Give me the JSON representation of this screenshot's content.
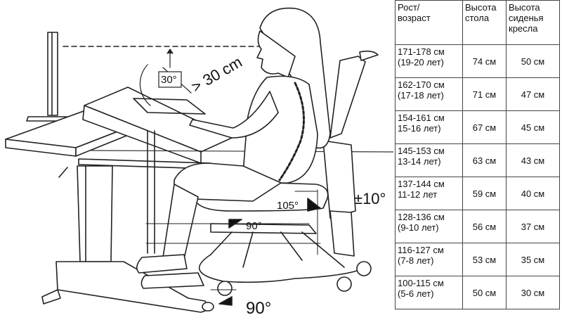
{
  "table": {
    "headers": [
      "Рост/\nвозраст",
      "Высота\nстола",
      "Высота\nсиденья\nкресла"
    ],
    "rows": [
      {
        "range": "171-178 см",
        "age": "(19-20 лет)",
        "desk": "74 см",
        "seat": "50 см"
      },
      {
        "range": "162-170 см",
        "age": "(17-18 лет)",
        "desk": "71 см",
        "seat": "47 см"
      },
      {
        "range": "154-161 см",
        "age": "15-16 лет)",
        "desk": "67 см",
        "seat": "45 см"
      },
      {
        "range": "145-153 см",
        "age": "13-14 лет)",
        "desk": "63 см",
        "seat": "43 см"
      },
      {
        "range": "137-144 см",
        "age": "11-12 лет",
        "desk": "59 см",
        "seat": "40 см"
      },
      {
        "range": "128-136 см",
        "age": "(9-10 лет)",
        "desk": "56 см",
        "seat": "37 см"
      },
      {
        "range": "116-127 см",
        "age": "(7-8 лет)",
        "desk": "53 см",
        "seat": "35 см"
      },
      {
        "range": "100-115 см",
        "age": "(5-6 лет)",
        "desk": "50 см",
        "seat": "30 см"
      }
    ]
  },
  "annotations": {
    "tilt_angle": "30°",
    "eye_distance": "> 30 cm",
    "back_angle": "105°",
    "seat_tilt": "±10°",
    "knee_angle": "90°",
    "ankle_angle": "90°"
  }
}
